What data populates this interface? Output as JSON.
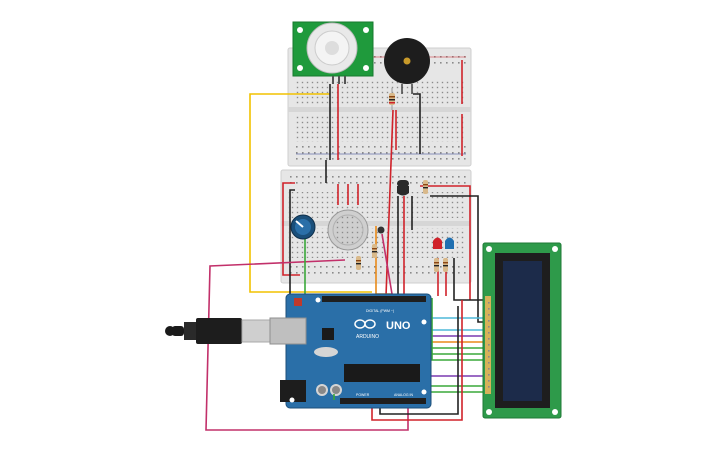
{
  "labels": {
    "arduino_uno": "UNO",
    "arduino_brand": "ARDUINO",
    "digital": "DIGITAL (PWM ~)",
    "power": "POWER",
    "analog_in": "ANALOG IN"
  },
  "colors": {
    "breadboard": "#e6e6e6",
    "arduino": "#2a6fa8",
    "pir_board": "#1f9a3c",
    "lcd_board": "#2e9a4a",
    "lcd_screen": "#1c2b4a",
    "wire_yellow": "#f2c200",
    "wire_red": "#d0222a",
    "wire_black": "#222222",
    "wire_magenta": "#c2306a",
    "wire_green": "#3aa83a",
    "wire_orange": "#e88a1a",
    "wire_cyan": "#4fb8d8",
    "wire_purple": "#7a3ab0"
  },
  "components": [
    {
      "name": "pir-sensor",
      "icon": "pir-dome-icon"
    },
    {
      "name": "piezo-buzzer",
      "icon": "buzzer-icon"
    },
    {
      "name": "gas-sensor",
      "icon": "gas-sensor-icon"
    },
    {
      "name": "potentiometer",
      "icon": "knob-icon"
    },
    {
      "name": "temperature-sensor",
      "icon": "tmp36-icon"
    },
    {
      "name": "red-led",
      "icon": "led-icon"
    },
    {
      "name": "blue-led",
      "icon": "led-icon"
    },
    {
      "name": "lcd-16x2",
      "icon": "lcd-icon"
    },
    {
      "name": "arduino-uno",
      "icon": "arduino-board-icon"
    },
    {
      "name": "usb-cable",
      "icon": "usb-plug-icon"
    }
  ]
}
